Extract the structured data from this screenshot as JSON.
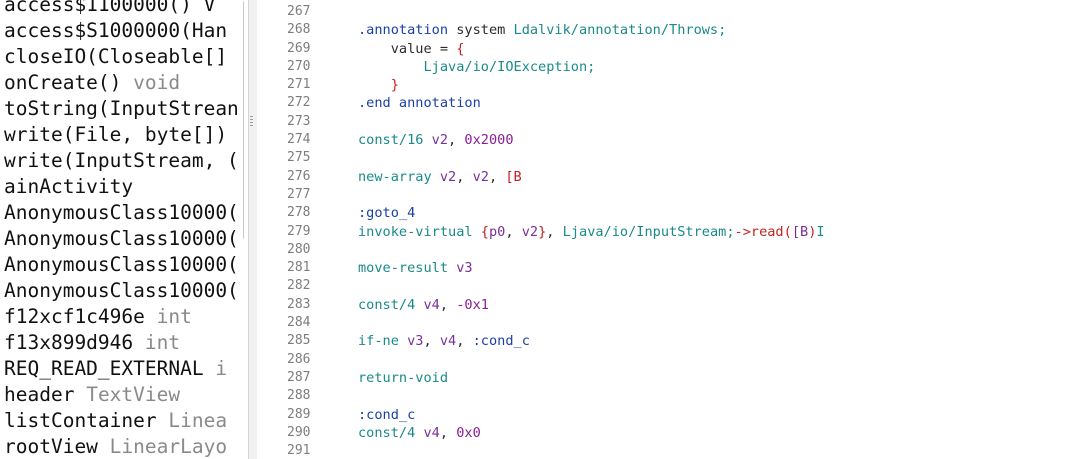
{
  "outline": {
    "items": [
      {
        "name": "access$1100000() V",
        "type": ""
      },
      {
        "name": "access$S1000000(Han",
        "type": ""
      },
      {
        "name": "closeIO(Closeable[]",
        "type": ""
      },
      {
        "name": "onCreate()",
        "type": "void"
      },
      {
        "name": "toString(InputStrean",
        "type": ""
      },
      {
        "name": "write(File, byte[])",
        "type": ""
      },
      {
        "name": "write(InputStream, (",
        "type": ""
      },
      {
        "name": "ainActivity",
        "type": ""
      },
      {
        "name": "AnonymousClass10000(",
        "type": ""
      },
      {
        "name": "AnonymousClass10000(",
        "type": ""
      },
      {
        "name": "AnonymousClass10000(",
        "type": ""
      },
      {
        "name": "AnonymousClass10000(",
        "type": ""
      },
      {
        "name": "f12xcf1c496e",
        "type": "int"
      },
      {
        "name": "f13x899d946",
        "type": "int"
      },
      {
        "name": "REQ_READ_EXTERNAL",
        "type": "i"
      },
      {
        "name": "header",
        "type": "TextView"
      },
      {
        "name": "listContainer",
        "type": "Linea"
      },
      {
        "name": "rootView",
        "type": "LinearLayo"
      }
    ]
  },
  "editor": {
    "lines": [
      {
        "num": "267",
        "tokens": []
      },
      {
        "num": "268",
        "tokens": [
          {
            "t": ".annotation",
            "c": "kw"
          },
          {
            "t": " system ",
            "c": "plain"
          },
          {
            "t": "Ldalvik/annotation/Throws;",
            "c": "cls"
          }
        ]
      },
      {
        "num": "269",
        "tokens": [
          {
            "t": "    value = ",
            "c": "plain"
          },
          {
            "t": "{",
            "c": "brk"
          }
        ]
      },
      {
        "num": "270",
        "tokens": [
          {
            "t": "        ",
            "c": "plain"
          },
          {
            "t": "Ljava/io/IOException;",
            "c": "cls"
          }
        ]
      },
      {
        "num": "271",
        "tokens": [
          {
            "t": "    ",
            "c": "plain"
          },
          {
            "t": "}",
            "c": "brk"
          }
        ]
      },
      {
        "num": "272",
        "tokens": [
          {
            "t": ".end annotation",
            "c": "kw"
          }
        ]
      },
      {
        "num": "273",
        "tokens": []
      },
      {
        "num": "274",
        "tokens": [
          {
            "t": "const/16",
            "c": "cls"
          },
          {
            "t": " ",
            "c": "plain"
          },
          {
            "t": "v2",
            "c": "reg"
          },
          {
            "t": ", ",
            "c": "plain"
          },
          {
            "t": "0x2000",
            "c": "num"
          }
        ]
      },
      {
        "num": "275",
        "tokens": []
      },
      {
        "num": "276",
        "tokens": [
          {
            "t": "new-array",
            "c": "cls"
          },
          {
            "t": " ",
            "c": "plain"
          },
          {
            "t": "v2",
            "c": "reg"
          },
          {
            "t": ", ",
            "c": "plain"
          },
          {
            "t": "v2",
            "c": "reg"
          },
          {
            "t": ", ",
            "c": "plain"
          },
          {
            "t": "[B",
            "c": "brk"
          }
        ]
      },
      {
        "num": "277",
        "tokens": []
      },
      {
        "num": "278",
        "tokens": [
          {
            "t": ":goto_4",
            "c": "lbl"
          }
        ]
      },
      {
        "num": "279",
        "tokens": [
          {
            "t": "invoke-virtual",
            "c": "cls"
          },
          {
            "t": " ",
            "c": "plain"
          },
          {
            "t": "{",
            "c": "brk"
          },
          {
            "t": "p0",
            "c": "reg"
          },
          {
            "t": ", ",
            "c": "plain"
          },
          {
            "t": "v2",
            "c": "reg"
          },
          {
            "t": "}",
            "c": "brk"
          },
          {
            "t": ", ",
            "c": "plain"
          },
          {
            "t": "Ljava/io/InputStream;",
            "c": "cls"
          },
          {
            "t": "->read(",
            "c": "call"
          },
          {
            "t": "[B",
            "c": "reg"
          },
          {
            "t": ")",
            "c": "call"
          },
          {
            "t": "I",
            "c": "cls"
          }
        ]
      },
      {
        "num": "280",
        "tokens": []
      },
      {
        "num": "281",
        "tokens": [
          {
            "t": "move-result",
            "c": "cls"
          },
          {
            "t": " ",
            "c": "plain"
          },
          {
            "t": "v3",
            "c": "reg"
          }
        ]
      },
      {
        "num": "282",
        "tokens": []
      },
      {
        "num": "283",
        "tokens": [
          {
            "t": "const/4",
            "c": "cls"
          },
          {
            "t": " ",
            "c": "plain"
          },
          {
            "t": "v4",
            "c": "reg"
          },
          {
            "t": ", ",
            "c": "plain"
          },
          {
            "t": "-0x1",
            "c": "num"
          }
        ]
      },
      {
        "num": "284",
        "tokens": []
      },
      {
        "num": "285",
        "tokens": [
          {
            "t": "if-ne",
            "c": "cls"
          },
          {
            "t": " ",
            "c": "plain"
          },
          {
            "t": "v3",
            "c": "reg"
          },
          {
            "t": ", ",
            "c": "plain"
          },
          {
            "t": "v4",
            "c": "reg"
          },
          {
            "t": ", ",
            "c": "plain"
          },
          {
            "t": ":cond_c",
            "c": "lbl"
          }
        ]
      },
      {
        "num": "286",
        "tokens": []
      },
      {
        "num": "287",
        "tokens": [
          {
            "t": "return-void",
            "c": "cls"
          }
        ]
      },
      {
        "num": "288",
        "tokens": []
      },
      {
        "num": "289",
        "tokens": [
          {
            "t": ":cond_c",
            "c": "lbl"
          }
        ]
      },
      {
        "num": "290",
        "tokens": [
          {
            "t": "const/4",
            "c": "cls"
          },
          {
            "t": " ",
            "c": "plain"
          },
          {
            "t": "v4",
            "c": "reg"
          },
          {
            "t": ", ",
            "c": "plain"
          },
          {
            "t": "0x0",
            "c": "num"
          }
        ]
      },
      {
        "num": "291",
        "tokens": []
      }
    ]
  },
  "colors": {
    "keyword": "#1b3fa6",
    "class": "#1a8a8a",
    "register": "#7a2f9a",
    "number": "#8b1e9a",
    "bracket": "#c4211f",
    "line_number": "#7d7d7d",
    "outline_type": "#8a8a8a"
  }
}
